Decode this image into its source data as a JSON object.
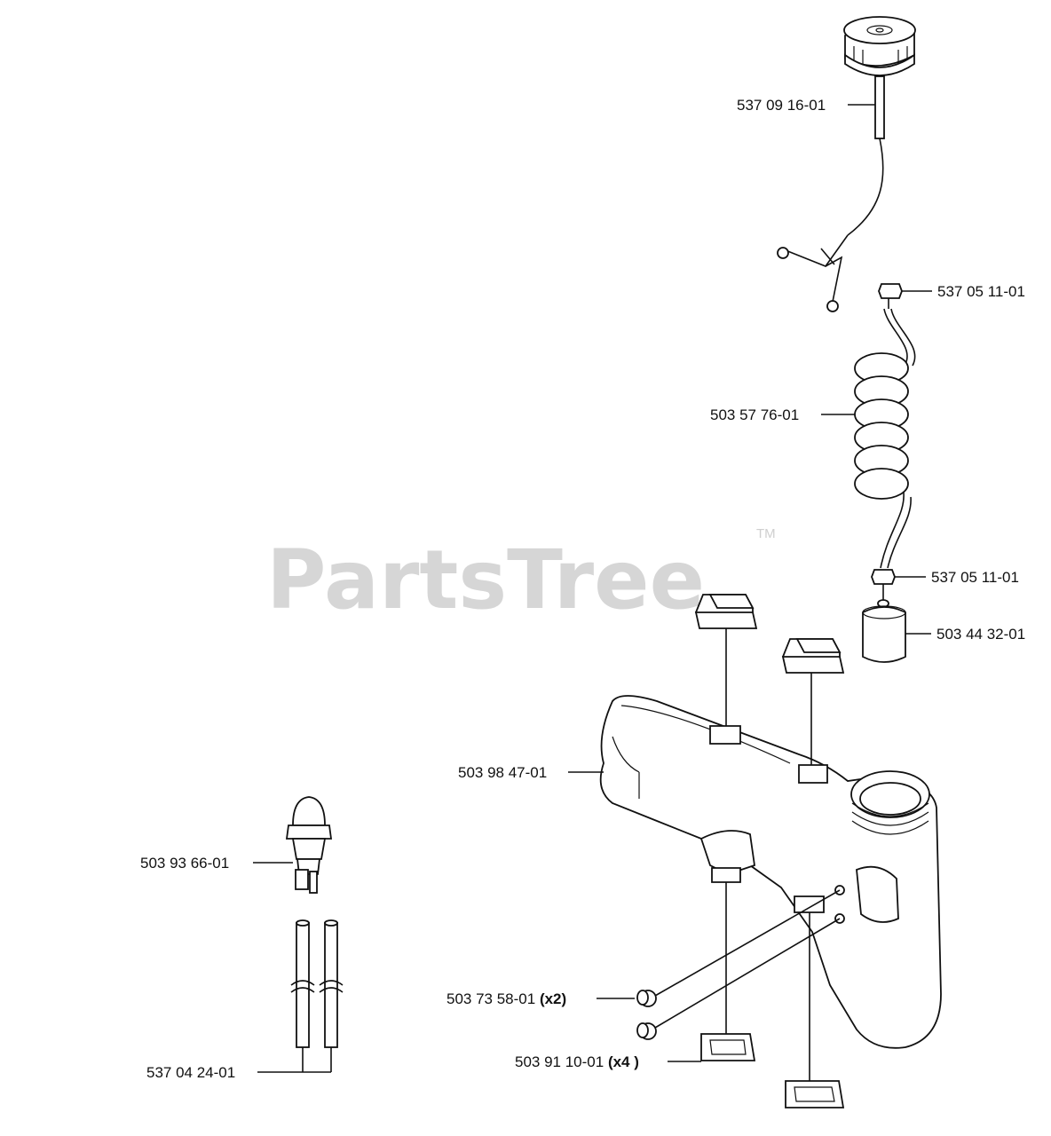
{
  "watermark": {
    "text": "PartsTree",
    "trademark": "TM"
  },
  "parts": [
    {
      "number": "537 09 16-01",
      "qty": ""
    },
    {
      "number": "537 05 11-01",
      "qty": ""
    },
    {
      "number": "503 57 76-01",
      "qty": ""
    },
    {
      "number": "537 05 11-01",
      "qty": ""
    },
    {
      "number": "503 44 32-01",
      "qty": ""
    },
    {
      "number": "503 98 47-01",
      "qty": ""
    },
    {
      "number": "503 93 66-01",
      "qty": ""
    },
    {
      "number": "503 73 58-01",
      "qty": "(x2)"
    },
    {
      "number": "503 91 10-01",
      "qty": "(x4 )"
    },
    {
      "number": "537 04 24-01",
      "qty": ""
    }
  ]
}
